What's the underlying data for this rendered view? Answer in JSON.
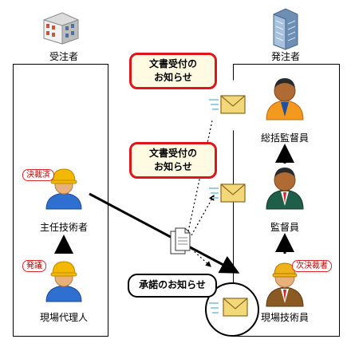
{
  "contractor": {
    "title": "受注者",
    "people": [
      {
        "name": "主任技術者",
        "badge": "決裁済"
      },
      {
        "name": "現場代理人",
        "badge": "発議"
      }
    ]
  },
  "client": {
    "title": "発注者",
    "people": [
      {
        "name": "総括監督員",
        "badge": ""
      },
      {
        "name": "監督員",
        "badge": ""
      },
      {
        "name": "現場技術員",
        "badge": "次決裁者"
      }
    ]
  },
  "notices": {
    "document_receipt_line1": "文書受付の",
    "document_receipt_line2": "お知らせ",
    "approval": "承諾のお知らせ"
  },
  "colors": {
    "callout_border": "#e2141b",
    "callout_fill": "#fffbe2",
    "badge_text": "#c00000",
    "helmet": "#f5b800",
    "envelope": "#f3d87a"
  }
}
